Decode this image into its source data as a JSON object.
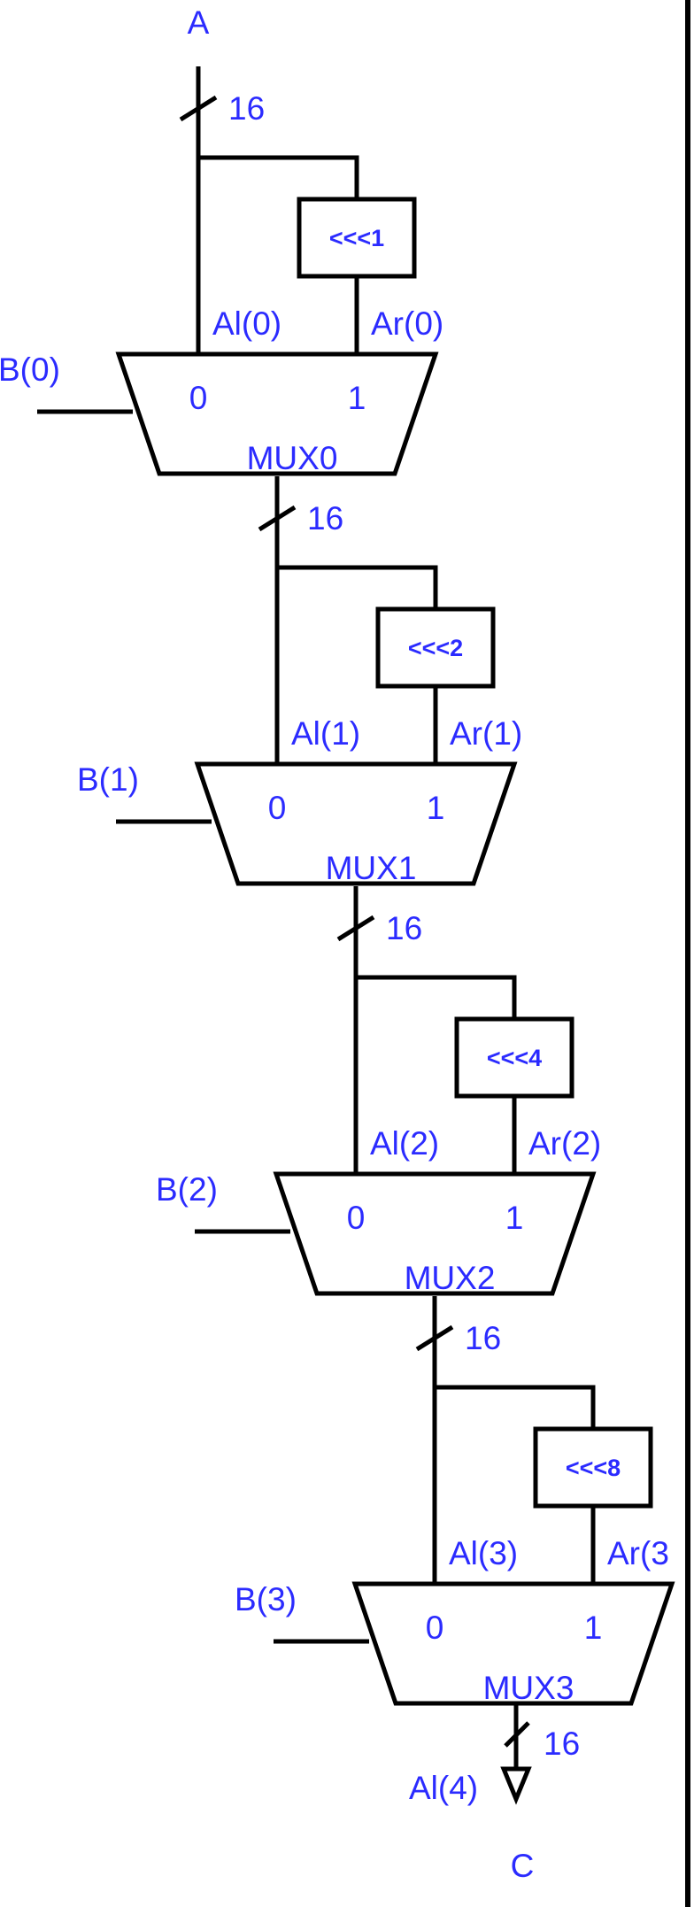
{
  "diagram": {
    "input_label": "A",
    "output_label": "C",
    "final_signal_label": "Al(4)",
    "final_bus_width": "16",
    "stages": [
      {
        "bus_width": "16",
        "rotate_label": "<<<1",
        "left_label": "Al(0)",
        "right_label": "Ar(0)",
        "select_label": "B(0)",
        "input0": "0",
        "input1": "1",
        "mux_label": "MUX0"
      },
      {
        "bus_width": "16",
        "rotate_label": "<<<2",
        "left_label": "Al(1)",
        "right_label": "Ar(1)",
        "select_label": "B(1)",
        "input0": "0",
        "input1": "1",
        "mux_label": "MUX1"
      },
      {
        "bus_width": "16",
        "rotate_label": "<<<4",
        "left_label": "Al(2)",
        "right_label": "Ar(2)",
        "select_label": "B(2)",
        "input0": "0",
        "input1": "1",
        "mux_label": "MUX2"
      },
      {
        "bus_width": "16",
        "rotate_label": "<<<8",
        "left_label": "Al(3)",
        "right_label": "Ar(3",
        "select_label": "B(3)",
        "input0": "0",
        "input1": "1",
        "mux_label": "MUX3"
      }
    ]
  }
}
